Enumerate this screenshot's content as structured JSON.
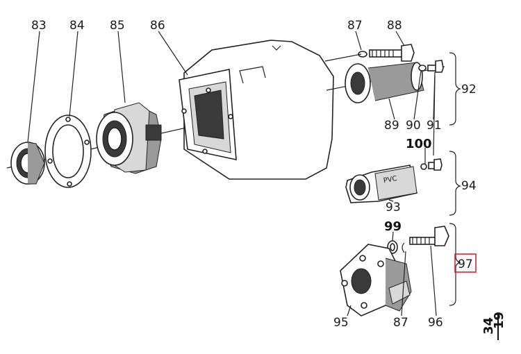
{
  "callouts": {
    "c83": "83",
    "c84": "84",
    "c85": "85",
    "c86": "86",
    "c87a": "87",
    "c88": "88",
    "c89": "89",
    "c90": "90",
    "c91": "91",
    "c92": "92",
    "c100": "100",
    "c94": "94",
    "c93": "93",
    "c99": "99",
    "c97": "97",
    "c95": "95",
    "c87b": "87",
    "c96": "96"
  },
  "pvc_text": "PVC",
  "page_ref": {
    "top": "19",
    "bottom": "34"
  },
  "highlight_color": "#d9262c"
}
